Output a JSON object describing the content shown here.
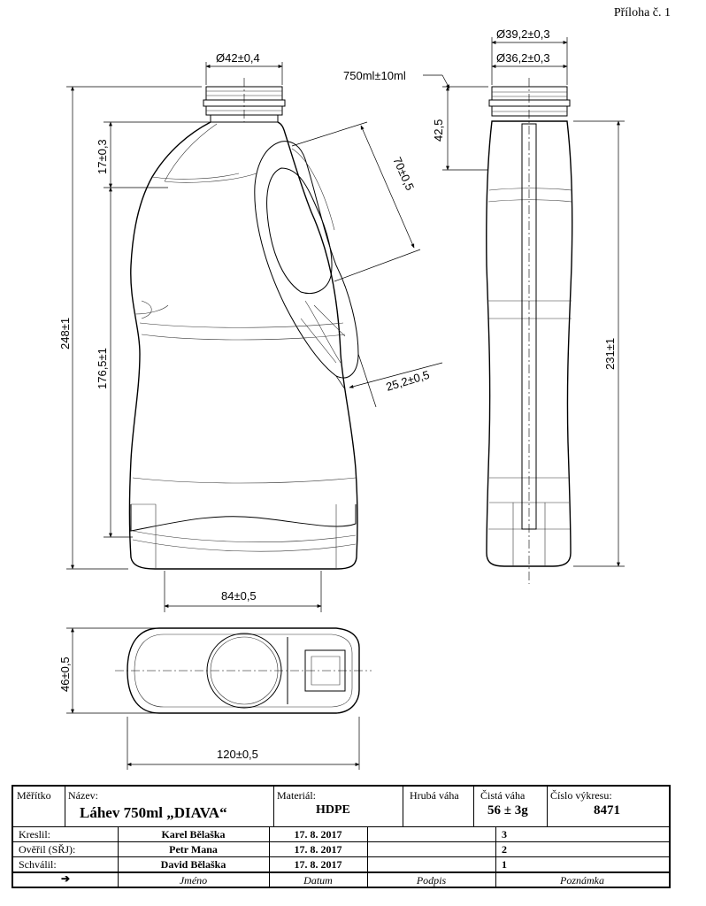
{
  "header": {
    "attachment": "Příloha č. 1"
  },
  "dimensions": {
    "neck_diameter": "Ø42±0,4",
    "cap_outer": "Ø39,2±0,3",
    "cap_inner": "Ø36,2±0,3",
    "volume": "750ml±10ml",
    "neck_height": "42,5",
    "shoulder": "17±0,3",
    "handle_length": "70±0,5",
    "total_height": "248±1",
    "body_height": "176,5±1",
    "handle_width": "25,2±0,5",
    "side_height": "231±1",
    "base_width": "84±0,5",
    "top_depth": "46±0,5",
    "top_width": "120±0,5"
  },
  "title_block": {
    "scale_label": "Měřítko",
    "name_label": "Název:",
    "name_value": "Láhev 750ml „DIAVA“",
    "material_label": "Materiál:",
    "material_value": "HDPE",
    "gross_label": "Hrubá váha",
    "net_label": "Čistá váha",
    "net_value": "56 ± 3g",
    "drawing_no_label": "Číslo výkresu:",
    "drawing_no_value": "8471",
    "rows": [
      {
        "role": "Kreslil:",
        "name": "Karel Bělaška",
        "date": "17. 8. 2017",
        "note": "3"
      },
      {
        "role": "Ověřil (SŘJ):",
        "name": "Petr Mana",
        "date": "17. 8. 2017",
        "note": "2"
      },
      {
        "role": "Schválil:",
        "name": "David Bělaška",
        "date": "17. 8. 2017",
        "note": "1"
      }
    ],
    "footer": {
      "arrow": "➔",
      "name": "Jméno",
      "date": "Datum",
      "sign": "Podpis",
      "note": "Poznámka"
    }
  }
}
